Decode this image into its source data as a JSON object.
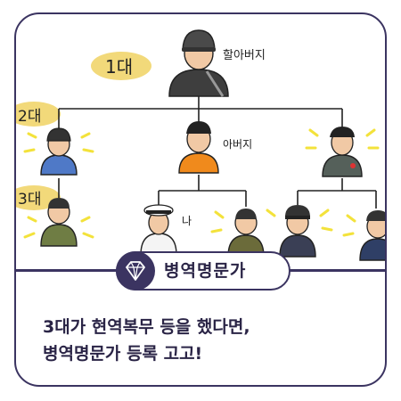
{
  "tree": {
    "gen1_label": "1대",
    "gen2_label": "2대",
    "gen3_label": "3대",
    "grandfather_label": "할아버지",
    "father_label": "아버지",
    "me_label": "나"
  },
  "badge": {
    "icon": "diamond-icon",
    "label": "병역명문가"
  },
  "caption": {
    "line1": "3대가 현역복무 등을 했다면,",
    "line2": "병역명문가 등록 고고!"
  },
  "colors": {
    "frame": "#3b3461",
    "highlight": "#f2d97a",
    "spark": "#f3e23b"
  }
}
